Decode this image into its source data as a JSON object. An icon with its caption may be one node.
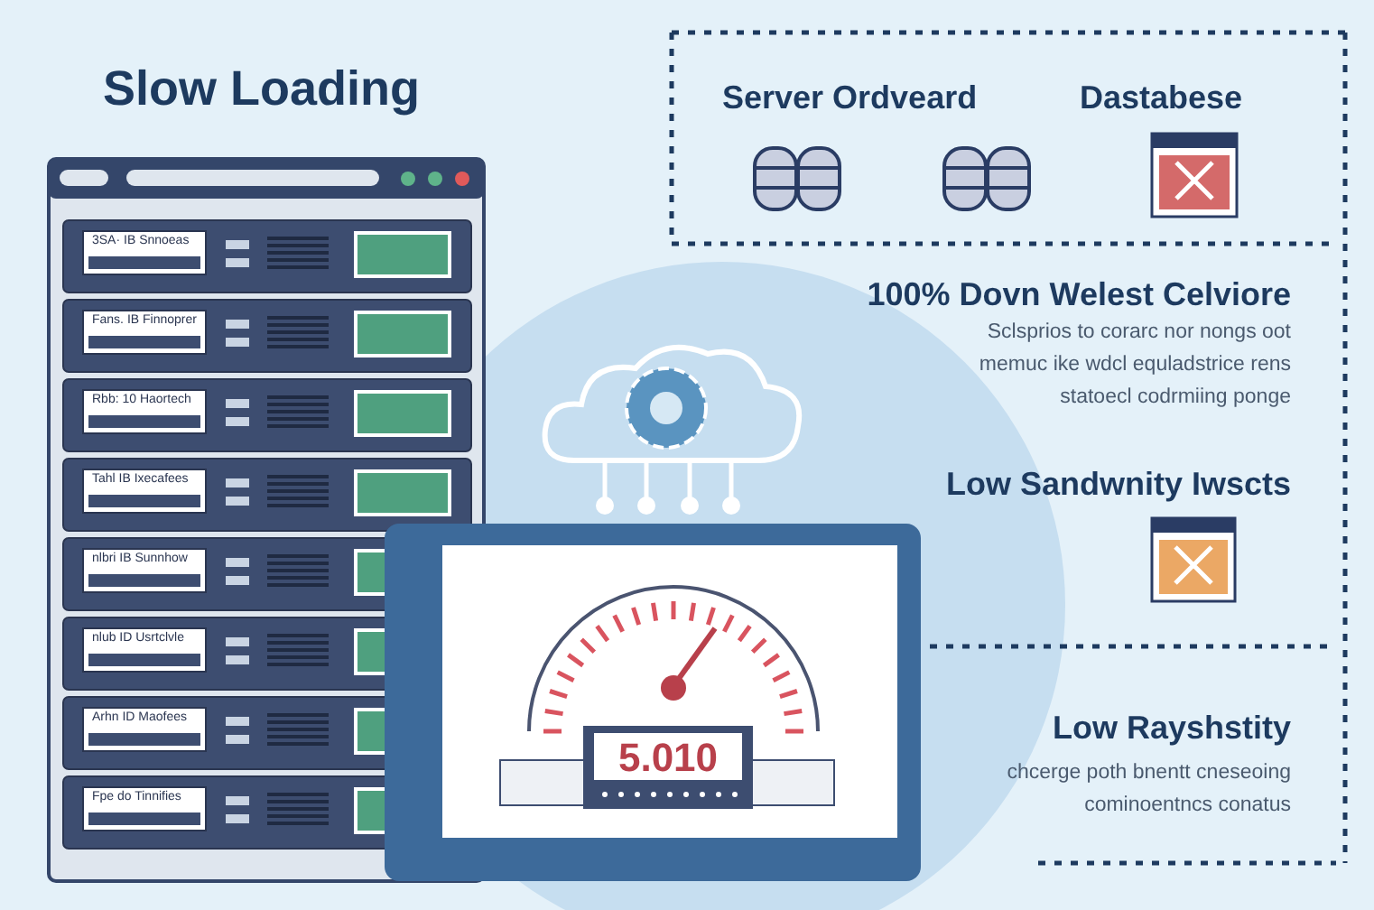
{
  "diagram": {
    "title": "Slow Loading",
    "labels": [
      "Server Ordveard",
      "Dastabese",
      "100% Dovn Welest Celviore",
      "Sclsprios to corarc nor nongs oot memuc ike wdcl equladstrice rens statoecl codrmiing ponge",
      "Low Sandwnity Iwscts",
      "Low Rayshstity",
      "chcerge poth bnentt cneseoing cominoentncs conatus",
      "3SA· IB Snnoeas",
      "Fans. IB Finnoprer",
      "Rbb: 10 Haortech",
      "Tahl IB Ixecafees",
      "nlbri IB Sunnhow",
      "nlub ID Usrtclvle",
      "Arhn ID Maofees",
      "Fpe do Tinnifies",
      "5.010"
    ]
  }
}
